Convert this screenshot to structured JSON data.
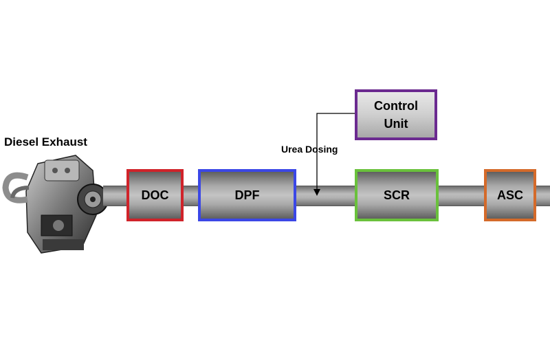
{
  "title": "Diesel Exhaust",
  "components": {
    "doc": "DOC",
    "dpf": "DPF",
    "scr": "SCR",
    "asc": "ASC"
  },
  "control_unit": {
    "line1": "Control",
    "line2": "Unit"
  },
  "urea_label": "Urea Dosing",
  "colors": {
    "doc_border": "#d0232a",
    "dpf_border": "#3b47e6",
    "scr_border": "#6ac13c",
    "asc_border": "#d46a2a",
    "control_border": "#6b2a90"
  },
  "icons": {
    "engine": "diesel-engine-image"
  }
}
